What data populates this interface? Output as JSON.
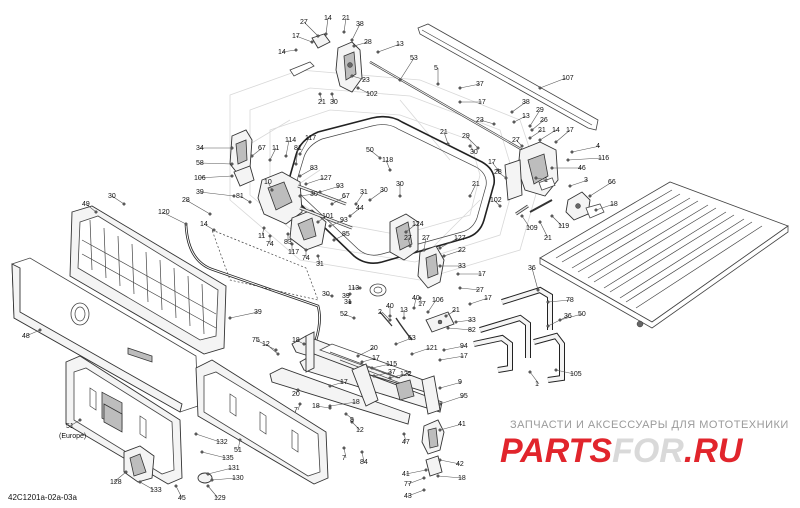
{
  "diagram": {
    "reference_code": "42C1201a-02a-03a",
    "callouts": [
      {
        "id": "c1",
        "text": "27"
      },
      {
        "id": "c2",
        "text": "14"
      },
      {
        "id": "c3",
        "text": "21"
      },
      {
        "id": "c4",
        "text": "38"
      },
      {
        "id": "c5",
        "text": "17"
      },
      {
        "id": "c6",
        "text": "28"
      },
      {
        "id": "c7",
        "text": "13"
      },
      {
        "id": "c8",
        "text": "14"
      },
      {
        "id": "c9",
        "text": "23"
      },
      {
        "id": "c10",
        "text": "21"
      },
      {
        "id": "c11",
        "text": "30"
      },
      {
        "id": "c12",
        "text": "102"
      },
      {
        "id": "c13",
        "text": "53"
      },
      {
        "id": "c14",
        "text": "5"
      },
      {
        "id": "c15",
        "text": "37"
      },
      {
        "id": "c16",
        "text": "107"
      },
      {
        "id": "c17",
        "text": "17"
      },
      {
        "id": "c18",
        "text": "38"
      },
      {
        "id": "c19",
        "text": "23"
      },
      {
        "id": "c20",
        "text": "13"
      },
      {
        "id": "c21",
        "text": "29"
      },
      {
        "id": "c22",
        "text": "26"
      },
      {
        "id": "c23",
        "text": "21"
      },
      {
        "id": "c24",
        "text": "14"
      },
      {
        "id": "c25",
        "text": "17"
      },
      {
        "id": "c26",
        "text": "27"
      },
      {
        "id": "c27",
        "text": "4"
      },
      {
        "id": "c28",
        "text": "116"
      },
      {
        "id": "c29",
        "text": "46"
      },
      {
        "id": "c30",
        "text": "29"
      },
      {
        "id": "c31",
        "text": "17"
      },
      {
        "id": "c32",
        "text": "28"
      },
      {
        "id": "c33",
        "text": "1"
      },
      {
        "id": "c34",
        "text": "3"
      },
      {
        "id": "c35",
        "text": "66"
      },
      {
        "id": "c36",
        "text": "34"
      },
      {
        "id": "c37",
        "text": "67"
      },
      {
        "id": "c38",
        "text": "11"
      },
      {
        "id": "c39",
        "text": "114"
      },
      {
        "id": "c40",
        "text": "117"
      },
      {
        "id": "c41",
        "text": "58"
      },
      {
        "id": "c42",
        "text": "81"
      },
      {
        "id": "c43",
        "text": "50"
      },
      {
        "id": "c44",
        "text": "118"
      },
      {
        "id": "c45",
        "text": "106"
      },
      {
        "id": "c46",
        "text": "83"
      },
      {
        "id": "c47",
        "text": "127"
      },
      {
        "id": "c48",
        "text": "93"
      },
      {
        "id": "c49",
        "text": "10"
      },
      {
        "id": "c50",
        "text": "39"
      },
      {
        "id": "c51",
        "text": "30"
      },
      {
        "id": "c52",
        "text": "31"
      },
      {
        "id": "c53",
        "text": "81"
      },
      {
        "id": "c54",
        "text": "30"
      },
      {
        "id": "c55",
        "text": "67"
      },
      {
        "id": "c56",
        "text": "44"
      },
      {
        "id": "c57",
        "text": "85"
      },
      {
        "id": "c58",
        "text": "30"
      },
      {
        "id": "c59",
        "text": "21"
      },
      {
        "id": "c60",
        "text": "102"
      },
      {
        "id": "c61",
        "text": "119"
      },
      {
        "id": "c62",
        "text": "18"
      },
      {
        "id": "c63",
        "text": "21"
      },
      {
        "id": "c64",
        "text": "30"
      },
      {
        "id": "c65",
        "text": "49"
      },
      {
        "id": "c66",
        "text": "120"
      },
      {
        "id": "c67",
        "text": "28"
      },
      {
        "id": "c68",
        "text": "14"
      },
      {
        "id": "c69",
        "text": "93"
      },
      {
        "id": "c70",
        "text": "101"
      },
      {
        "id": "c71",
        "text": "11"
      },
      {
        "id": "c72",
        "text": "74"
      },
      {
        "id": "c73",
        "text": "83"
      },
      {
        "id": "c74",
        "text": "117"
      },
      {
        "id": "c75",
        "text": "74"
      },
      {
        "id": "c76",
        "text": "31"
      },
      {
        "id": "c77",
        "text": "124"
      },
      {
        "id": "c78",
        "text": "27"
      },
      {
        "id": "c79",
        "text": "27"
      },
      {
        "id": "c80",
        "text": "127"
      },
      {
        "id": "c81",
        "text": "22"
      },
      {
        "id": "c82",
        "text": "33"
      },
      {
        "id": "c83",
        "text": "17"
      },
      {
        "id": "c84",
        "text": "27"
      },
      {
        "id": "c85",
        "text": "113"
      },
      {
        "id": "c86",
        "text": "39"
      },
      {
        "id": "c87",
        "text": "30"
      },
      {
        "id": "c88",
        "text": "31"
      },
      {
        "id": "c89",
        "text": "40"
      },
      {
        "id": "c90",
        "text": "13"
      },
      {
        "id": "c91",
        "text": "52"
      },
      {
        "id": "c92",
        "text": "2"
      },
      {
        "id": "c93",
        "text": "40"
      },
      {
        "id": "c94",
        "text": "106"
      },
      {
        "id": "c95",
        "text": "21"
      },
      {
        "id": "c96",
        "text": "17"
      },
      {
        "id": "c97",
        "text": "33"
      },
      {
        "id": "c98",
        "text": "82"
      },
      {
        "id": "c99",
        "text": "39"
      },
      {
        "id": "c100",
        "text": "48"
      },
      {
        "id": "c101",
        "text": "75"
      },
      {
        "id": "c102",
        "text": "18"
      },
      {
        "id": "c103",
        "text": "63"
      },
      {
        "id": "c104",
        "text": "121"
      },
      {
        "id": "c105",
        "text": "94"
      },
      {
        "id": "c106",
        "text": "17"
      },
      {
        "id": "c107",
        "text": "12"
      },
      {
        "id": "c108",
        "text": "17"
      },
      {
        "id": "c109",
        "text": "20"
      },
      {
        "id": "c110",
        "text": "115"
      },
      {
        "id": "c111",
        "text": "37"
      },
      {
        "id": "c112",
        "text": "122"
      },
      {
        "id": "c113",
        "text": "17"
      },
      {
        "id": "c114",
        "text": "9"
      },
      {
        "id": "c115",
        "text": "18"
      },
      {
        "id": "c116",
        "text": "20"
      },
      {
        "id": "c117",
        "text": "95"
      },
      {
        "id": "c118",
        "text": "7"
      },
      {
        "id": "c119",
        "text": "18"
      },
      {
        "id": "c120",
        "text": "8"
      },
      {
        "id": "c121",
        "text": "41"
      },
      {
        "id": "c122",
        "text": "12"
      },
      {
        "id": "c123",
        "text": "47"
      },
      {
        "id": "c124",
        "text": "7"
      },
      {
        "id": "c125",
        "text": "84"
      },
      {
        "id": "c126",
        "text": "42"
      },
      {
        "id": "c127",
        "text": "41"
      },
      {
        "id": "c128",
        "text": "77"
      },
      {
        "id": "c129",
        "text": "18"
      },
      {
        "id": "c130",
        "text": "43"
      },
      {
        "id": "c131",
        "text": "51"
      },
      {
        "id": "c132",
        "text": "132"
      },
      {
        "id": "c133",
        "text": "135"
      },
      {
        "id": "c134",
        "text": "131"
      },
      {
        "id": "c135",
        "text": "130"
      },
      {
        "id": "c136",
        "text": "128"
      },
      {
        "id": "c137",
        "text": "133"
      },
      {
        "id": "c138",
        "text": "45"
      },
      {
        "id": "c139",
        "text": "129"
      },
      {
        "id": "c140",
        "text": "51"
      },
      {
        "id": "c141",
        "text": "(Europe)"
      },
      {
        "id": "c142",
        "text": "36"
      },
      {
        "id": "c143",
        "text": "78"
      },
      {
        "id": "c144",
        "text": "36"
      },
      {
        "id": "c145",
        "text": "50"
      },
      {
        "id": "c146",
        "text": "105"
      },
      {
        "id": "c147",
        "text": "1"
      },
      {
        "id": "c148",
        "text": "109"
      },
      {
        "id": "c149",
        "text": "21"
      },
      {
        "id": "c150",
        "text": "30"
      },
      {
        "id": "c151",
        "text": "17"
      }
    ]
  },
  "watermark": {
    "tagline": "ЗАПЧАСТИ И АКСЕССУАРЫ ДЛЯ МОТОТЕХНИКИ",
    "logo_part1": "PARTS",
    "logo_part2": "FOR",
    "logo_part3": ".RU",
    "accent_color": "#e1252c",
    "logo_color": "#d9d9d9"
  }
}
